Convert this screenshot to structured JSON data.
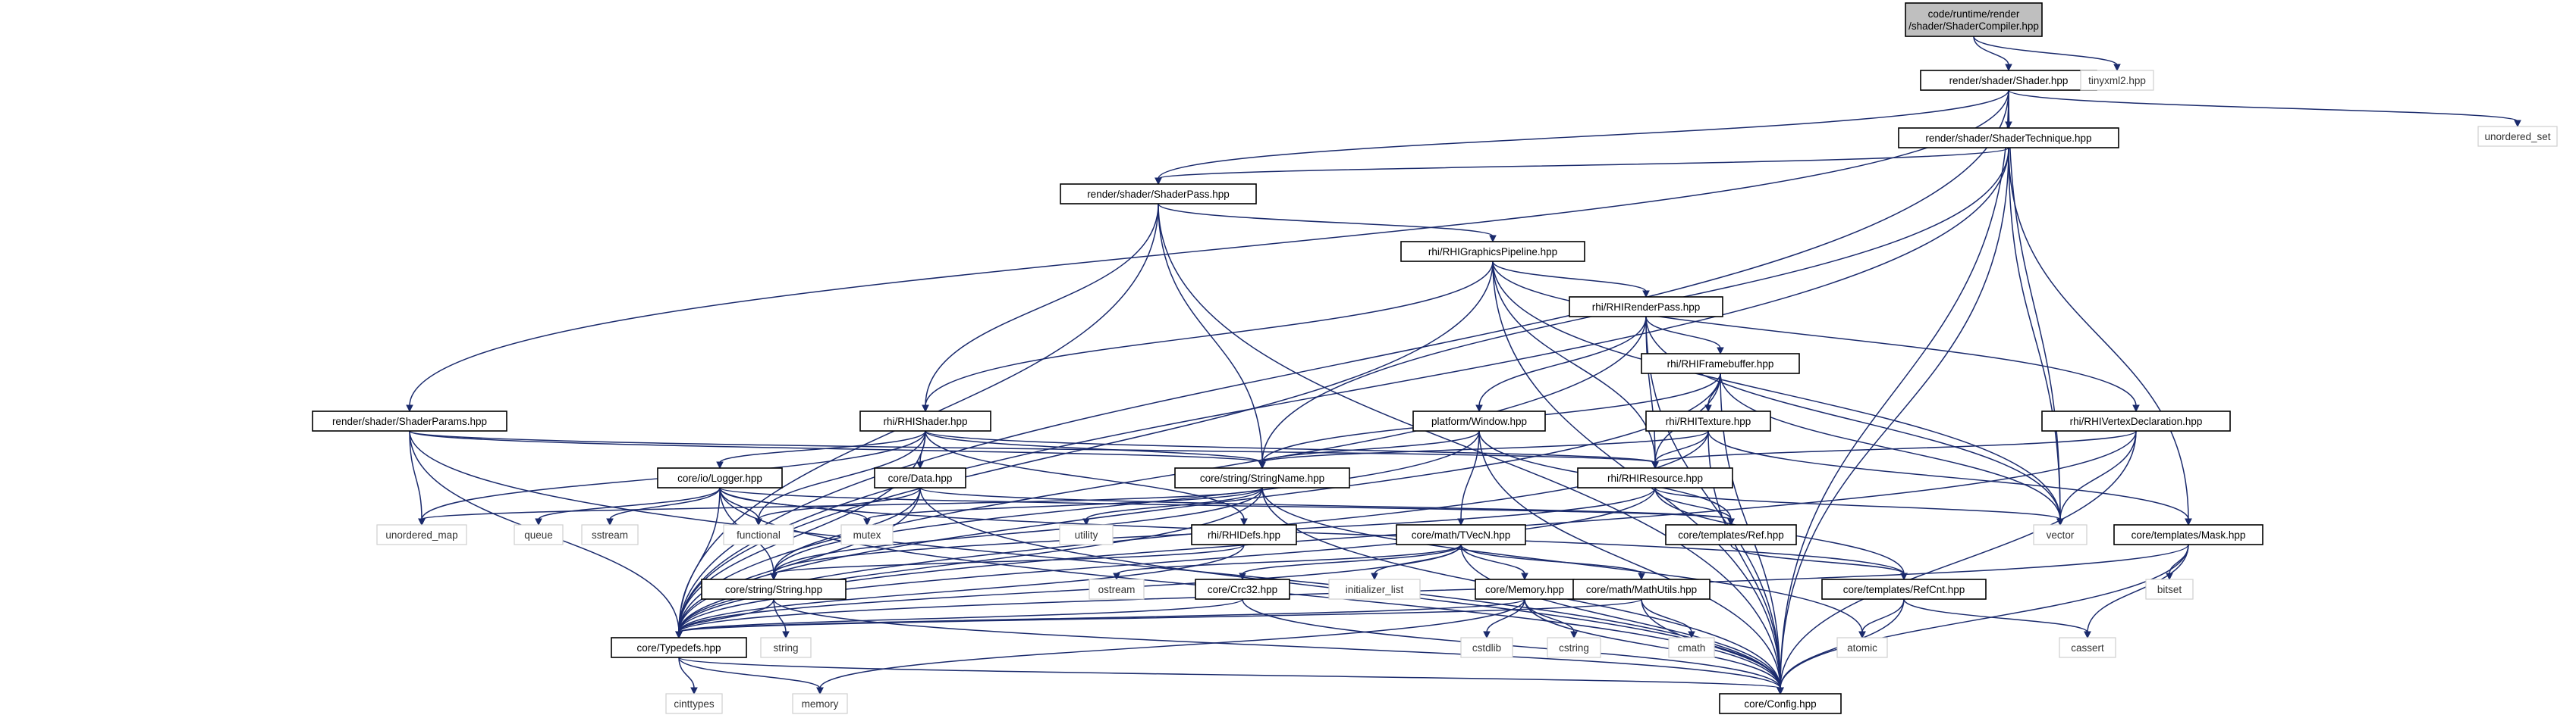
{
  "diagram": {
    "title": "",
    "nodes": [
      {
        "id": "root",
        "label": [
          "code/runtime/render",
          "/shader/ShaderCompiler.hpp"
        ],
        "kind": "root"
      },
      {
        "id": "shader",
        "label": [
          "render/shader/Shader.hpp"
        ],
        "kind": "file"
      },
      {
        "id": "tinyxml2",
        "label": [
          "tinyxml2.hpp"
        ],
        "kind": "system"
      },
      {
        "id": "unordered_set",
        "label": [
          "unordered_set"
        ],
        "kind": "system"
      },
      {
        "id": "technique",
        "label": [
          "render/shader/ShaderTechnique.hpp"
        ],
        "kind": "file"
      },
      {
        "id": "pass",
        "label": [
          "render/shader/ShaderPass.hpp"
        ],
        "kind": "file"
      },
      {
        "id": "pipeline",
        "label": [
          "rhi/RHIGraphicsPipeline.hpp"
        ],
        "kind": "file"
      },
      {
        "id": "renderpass",
        "label": [
          "rhi/RHIRenderPass.hpp"
        ],
        "kind": "file"
      },
      {
        "id": "framebuffer",
        "label": [
          "rhi/RHIFramebuffer.hpp"
        ],
        "kind": "file"
      },
      {
        "id": "params",
        "label": [
          "render/shader/ShaderParams.hpp"
        ],
        "kind": "file"
      },
      {
        "id": "rhishader",
        "label": [
          "rhi/RHIShader.hpp"
        ],
        "kind": "file"
      },
      {
        "id": "window",
        "label": [
          "platform/Window.hpp"
        ],
        "kind": "file"
      },
      {
        "id": "texture",
        "label": [
          "rhi/RHITexture.hpp"
        ],
        "kind": "file"
      },
      {
        "id": "vertexdecl",
        "label": [
          "rhi/RHIVertexDeclaration.hpp"
        ],
        "kind": "file"
      },
      {
        "id": "logger",
        "label": [
          "core/io/Logger.hpp"
        ],
        "kind": "file"
      },
      {
        "id": "data",
        "label": [
          "core/Data.hpp"
        ],
        "kind": "file"
      },
      {
        "id": "stringname",
        "label": [
          "core/string/StringName.hpp"
        ],
        "kind": "file"
      },
      {
        "id": "resource",
        "label": [
          "rhi/RHIResource.hpp"
        ],
        "kind": "file"
      },
      {
        "id": "unordered_map",
        "label": [
          "unordered_map"
        ],
        "kind": "system"
      },
      {
        "id": "queue",
        "label": [
          "queue"
        ],
        "kind": "system"
      },
      {
        "id": "sstream",
        "label": [
          "sstream"
        ],
        "kind": "system"
      },
      {
        "id": "functional",
        "label": [
          "functional"
        ],
        "kind": "system"
      },
      {
        "id": "mutex",
        "label": [
          "mutex"
        ],
        "kind": "system"
      },
      {
        "id": "utility",
        "label": [
          "utility"
        ],
        "kind": "system"
      },
      {
        "id": "rhidefs",
        "label": [
          "rhi/RHIDefs.hpp"
        ],
        "kind": "file"
      },
      {
        "id": "ref",
        "label": [
          "core/templates/Ref.hpp"
        ],
        "kind": "file"
      },
      {
        "id": "vector",
        "label": [
          "vector"
        ],
        "kind": "system"
      },
      {
        "id": "mask",
        "label": [
          "core/templates/Mask.hpp"
        ],
        "kind": "file"
      },
      {
        "id": "tvecn",
        "label": [
          "core/math/TVecN.hpp"
        ],
        "kind": "file"
      },
      {
        "id": "ostream",
        "label": [
          "ostream"
        ],
        "kind": "system"
      },
      {
        "id": "initializer_list",
        "label": [
          "initializer_list"
        ],
        "kind": "system"
      },
      {
        "id": "refcnt",
        "label": [
          "core/templates/RefCnt.hpp"
        ],
        "kind": "file"
      },
      {
        "id": "bitset",
        "label": [
          "bitset"
        ],
        "kind": "system"
      },
      {
        "id": "string_hpp",
        "label": [
          "core/string/String.hpp"
        ],
        "kind": "file"
      },
      {
        "id": "crc32",
        "label": [
          "core/Crc32.hpp"
        ],
        "kind": "file"
      },
      {
        "id": "memory_hpp",
        "label": [
          "core/Memory.hpp"
        ],
        "kind": "file"
      },
      {
        "id": "mathutils",
        "label": [
          "core/math/MathUtils.hpp"
        ],
        "kind": "file"
      },
      {
        "id": "typedefs",
        "label": [
          "core/Typedefs.hpp"
        ],
        "kind": "file"
      },
      {
        "id": "string_sys",
        "label": [
          "string"
        ],
        "kind": "system"
      },
      {
        "id": "cstdlib",
        "label": [
          "cstdlib"
        ],
        "kind": "system"
      },
      {
        "id": "cstring",
        "label": [
          "cstring"
        ],
        "kind": "system"
      },
      {
        "id": "cmath",
        "label": [
          "cmath"
        ],
        "kind": "system"
      },
      {
        "id": "atomic",
        "label": [
          "atomic"
        ],
        "kind": "system"
      },
      {
        "id": "cassert",
        "label": [
          "cassert"
        ],
        "kind": "system"
      },
      {
        "id": "cinttypes",
        "label": [
          "cinttypes"
        ],
        "kind": "system"
      },
      {
        "id": "memory_sys",
        "label": [
          "memory"
        ],
        "kind": "system"
      },
      {
        "id": "config",
        "label": [
          "core/Config.hpp"
        ],
        "kind": "file"
      }
    ],
    "edges": [
      [
        "root",
        "shader"
      ],
      [
        "root",
        "tinyxml2"
      ],
      [
        "shader",
        "technique"
      ],
      [
        "shader",
        "pass"
      ],
      [
        "shader",
        "params"
      ],
      [
        "shader",
        "unordered_set"
      ],
      [
        "shader",
        "vector"
      ],
      [
        "shader",
        "typedefs"
      ],
      [
        "shader",
        "config"
      ],
      [
        "technique",
        "pass"
      ],
      [
        "technique",
        "stringname"
      ],
      [
        "technique",
        "vector"
      ],
      [
        "technique",
        "mask"
      ],
      [
        "technique",
        "typedefs"
      ],
      [
        "technique",
        "config"
      ],
      [
        "pass",
        "pipeline"
      ],
      [
        "pass",
        "rhishader"
      ],
      [
        "pass",
        "stringname"
      ],
      [
        "pass",
        "typedefs"
      ],
      [
        "pass",
        "config"
      ],
      [
        "pipeline",
        "renderpass"
      ],
      [
        "pipeline",
        "rhishader"
      ],
      [
        "pipeline",
        "vertexdecl"
      ],
      [
        "pipeline",
        "resource"
      ],
      [
        "pipeline",
        "vector"
      ],
      [
        "pipeline",
        "typedefs"
      ],
      [
        "pipeline",
        "config"
      ],
      [
        "renderpass",
        "framebuffer"
      ],
      [
        "renderpass",
        "window"
      ],
      [
        "renderpass",
        "resource"
      ],
      [
        "renderpass",
        "vector"
      ],
      [
        "renderpass",
        "typedefs"
      ],
      [
        "renderpass",
        "config"
      ],
      [
        "framebuffer",
        "texture"
      ],
      [
        "framebuffer",
        "resource"
      ],
      [
        "framebuffer",
        "stringname"
      ],
      [
        "framebuffer",
        "vector"
      ],
      [
        "framebuffer",
        "typedefs"
      ],
      [
        "framebuffer",
        "config"
      ],
      [
        "params",
        "stringname"
      ],
      [
        "params",
        "resource"
      ],
      [
        "params",
        "unordered_map"
      ],
      [
        "params",
        "typedefs"
      ],
      [
        "params",
        "config"
      ],
      [
        "rhishader",
        "logger"
      ],
      [
        "rhishader",
        "data"
      ],
      [
        "rhishader",
        "stringname"
      ],
      [
        "rhishader",
        "rhidefs"
      ],
      [
        "rhishader",
        "resource"
      ],
      [
        "rhishader",
        "functional"
      ],
      [
        "rhishader",
        "unordered_map"
      ],
      [
        "rhishader",
        "typedefs"
      ],
      [
        "window",
        "tvecn"
      ],
      [
        "window",
        "stringname"
      ],
      [
        "window",
        "ref"
      ],
      [
        "window",
        "string_hpp"
      ],
      [
        "window",
        "config"
      ],
      [
        "texture",
        "resource"
      ],
      [
        "texture",
        "stringname"
      ],
      [
        "texture",
        "mask"
      ],
      [
        "texture",
        "typedefs"
      ],
      [
        "texture",
        "config"
      ],
      [
        "vertexdecl",
        "resource"
      ],
      [
        "vertexdecl",
        "vector"
      ],
      [
        "vertexdecl",
        "typedefs"
      ],
      [
        "vertexdecl",
        "config"
      ],
      [
        "logger",
        "queue"
      ],
      [
        "logger",
        "sstream"
      ],
      [
        "logger",
        "functional"
      ],
      [
        "logger",
        "mutex"
      ],
      [
        "logger",
        "string_hpp"
      ],
      [
        "logger",
        "ref"
      ],
      [
        "logger",
        "refcnt"
      ],
      [
        "logger",
        "typedefs"
      ],
      [
        "logger",
        "config"
      ],
      [
        "data",
        "functional"
      ],
      [
        "data",
        "ref"
      ],
      [
        "data",
        "string_hpp"
      ],
      [
        "data",
        "typedefs"
      ],
      [
        "data",
        "config"
      ],
      [
        "stringname",
        "string_hpp"
      ],
      [
        "stringname",
        "unordered_map"
      ],
      [
        "stringname",
        "mutex"
      ],
      [
        "stringname",
        "utility"
      ],
      [
        "stringname",
        "atomic"
      ],
      [
        "stringname",
        "typedefs"
      ],
      [
        "stringname",
        "config"
      ],
      [
        "resource",
        "ref"
      ],
      [
        "resource",
        "refcnt"
      ],
      [
        "resource",
        "vector"
      ],
      [
        "resource",
        "string_hpp"
      ],
      [
        "resource",
        "typedefs"
      ],
      [
        "rhidefs",
        "string_hpp"
      ],
      [
        "rhidefs",
        "typedefs"
      ],
      [
        "ref",
        "refcnt"
      ],
      [
        "mask",
        "bitset"
      ],
      [
        "mask",
        "cassert"
      ],
      [
        "mask",
        "typedefs"
      ],
      [
        "mask",
        "config"
      ],
      [
        "tvecn",
        "ostream"
      ],
      [
        "tvecn",
        "initializer_list"
      ],
      [
        "tvecn",
        "memory_hpp"
      ],
      [
        "tvecn",
        "mathutils"
      ],
      [
        "tvecn",
        "crc32"
      ],
      [
        "tvecn",
        "typedefs"
      ],
      [
        "tvecn",
        "config"
      ],
      [
        "refcnt",
        "atomic"
      ],
      [
        "refcnt",
        "cassert"
      ],
      [
        "refcnt",
        "config"
      ],
      [
        "string_hpp",
        "string_sys"
      ],
      [
        "string_hpp",
        "typedefs"
      ],
      [
        "string_hpp",
        "config"
      ],
      [
        "crc32",
        "typedefs"
      ],
      [
        "crc32",
        "config"
      ],
      [
        "memory_hpp",
        "cstdlib"
      ],
      [
        "memory_hpp",
        "cstring"
      ],
      [
        "memory_hpp",
        "memory_sys"
      ],
      [
        "memory_hpp",
        "typedefs"
      ],
      [
        "memory_hpp",
        "config"
      ],
      [
        "mathutils",
        "cmath"
      ],
      [
        "mathutils",
        "typedefs"
      ],
      [
        "mathutils",
        "config"
      ],
      [
        "typedefs",
        "cinttypes"
      ],
      [
        "typedefs",
        "memory_sys"
      ],
      [
        "typedefs",
        "config"
      ]
    ]
  }
}
